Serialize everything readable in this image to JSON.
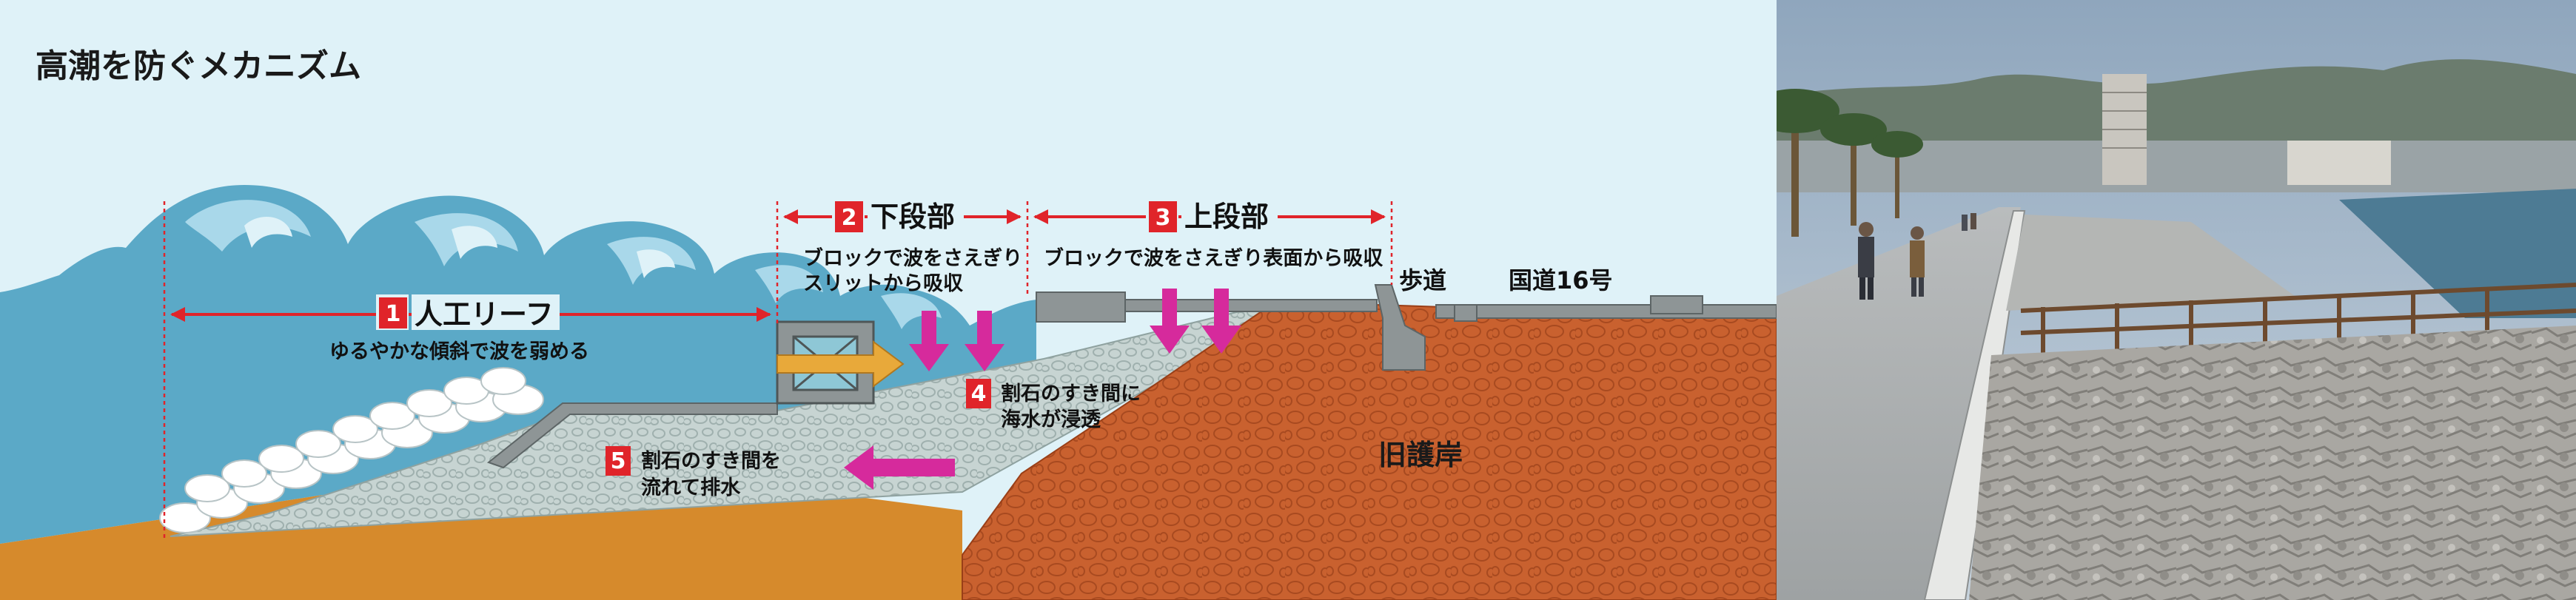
{
  "title": "高潮を防ぐメカニズム",
  "sections": [
    {
      "num": "1",
      "name": "人工リーフ",
      "desc": [
        "ゆるやかな傾斜で波を弱める"
      ]
    },
    {
      "num": "2",
      "name": "下段部",
      "desc": [
        "ブロックで波をさえぎり",
        "スリットから吸収"
      ]
    },
    {
      "num": "3",
      "name": "上段部",
      "desc": [
        "ブロックで波をさえぎり表面から吸収"
      ]
    }
  ],
  "notes": [
    {
      "num": "4",
      "lines": [
        "割石のすき間に",
        "海水が浸透"
      ]
    },
    {
      "num": "5",
      "lines": [
        "割石のすき間を",
        "流れて排水"
      ]
    }
  ],
  "places": {
    "walkway": "歩道",
    "route": "国道16号",
    "old_seawall": "旧護岸"
  },
  "colors": {
    "sky": "#dff2f8",
    "sea": "#5ba9c7",
    "sand": "#d68a2c",
    "embankment": "#c9612f",
    "rubble": "#c7d4d2",
    "badge": "#e0242a",
    "flow_arrow": "#d62a9c",
    "slit_arrow": "#e8a93a"
  }
}
